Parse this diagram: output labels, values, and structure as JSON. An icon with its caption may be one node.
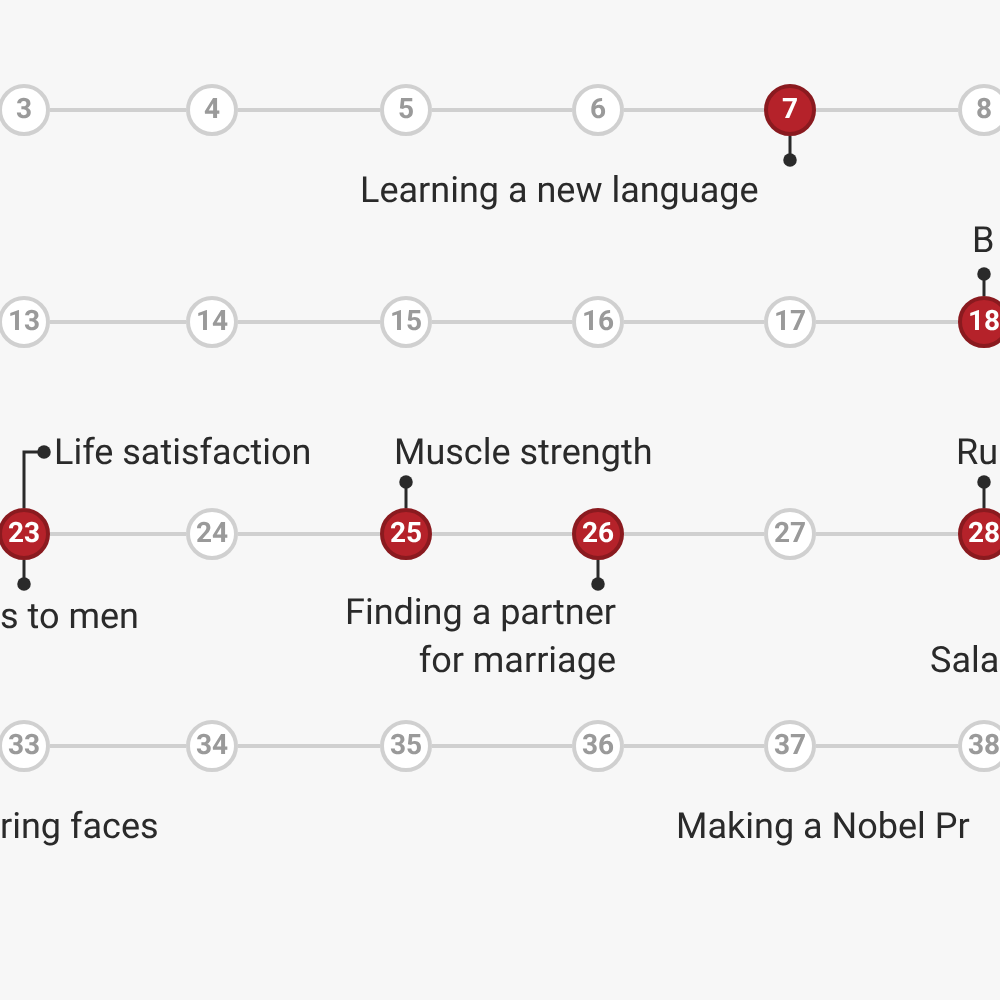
{
  "diagram": {
    "nodes": [
      {
        "text": [
          "3"
        ]
      },
      {
        "text": [
          "4"
        ]
      },
      {
        "text": [
          "5"
        ]
      },
      {
        "text": [
          "6"
        ]
      },
      {
        "text": [
          "7"
        ]
      },
      {
        "text": [
          "8"
        ]
      },
      {
        "text": [
          "Learning a new language"
        ]
      },
      {
        "text": [
          "B"
        ]
      },
      {
        "text": [
          "13"
        ]
      },
      {
        "text": [
          "14"
        ]
      },
      {
        "text": [
          "15"
        ]
      },
      {
        "text": [
          "16"
        ]
      },
      {
        "text": [
          "17"
        ]
      },
      {
        "text": [
          "18"
        ]
      },
      {
        "text": [
          "Life satisfaction"
        ]
      },
      {
        "text": [
          "Muscle strength"
        ]
      },
      {
        "text": [
          "Ru"
        ]
      },
      {
        "text": [
          "23"
        ]
      },
      {
        "text": [
          "24"
        ]
      },
      {
        "text": [
          "25"
        ]
      },
      {
        "text": [
          "26"
        ]
      },
      {
        "text": [
          "27"
        ]
      },
      {
        "text": [
          "28"
        ]
      },
      {
        "text": [
          "s to men"
        ]
      },
      {
        "text": [
          "Finding a partner for marriage"
        ]
      },
      {
        "text": [
          "33"
        ]
      },
      {
        "text": [
          "34"
        ]
      },
      {
        "text": [
          "35"
        ]
      },
      {
        "text": [
          "36"
        ]
      },
      {
        "text": [
          "37"
        ]
      },
      {
        "text": [
          "38"
        ]
      }
    ],
    "edges": [
      {
        "from": 0,
        "to": 1,
        "arrow": "none"
      },
      {
        "from": 1,
        "to": 2,
        "arrow": "none"
      },
      {
        "from": 2,
        "to": 3,
        "arrow": "none"
      },
      {
        "from": 3,
        "to": 4,
        "arrow": "none"
      },
      {
        "from": 4,
        "to": 5,
        "arrow": "none"
      },
      {
        "from": 6,
        "to": 4,
        "arrow": "other",
        "color": "#2a2a2a"
      },
      {
        "from": 7,
        "to": 13,
        "arrow": "other",
        "color": "#2a2a2a"
      },
      {
        "from": 8,
        "to": 9,
        "arrow": "none"
      },
      {
        "from": 9,
        "to": 10,
        "arrow": "none"
      },
      {
        "from": 10,
        "to": 11,
        "arrow": "none"
      },
      {
        "from": 11,
        "to": 12,
        "arrow": "none"
      },
      {
        "from": 12,
        "to": 13,
        "arrow": "none"
      },
      {
        "from": 14,
        "to": 17,
        "arrow": "other",
        "color": "#2a2a2a"
      },
      {
        "from": 15,
        "to": 19,
        "arrow": "other",
        "color": "#2a2a2a"
      },
      {
        "from": 16,
        "to": 22,
        "arrow": "other",
        "color": "#2a2a2a"
      },
      {
        "from": 17,
        "to": 18,
        "arrow": "none"
      },
      {
        "from": 18,
        "to": 19,
        "arrow": "none"
      },
      {
        "from": 19,
        "to": 20,
        "arrow": "none"
      },
      {
        "from": 20,
        "to": 21,
        "arrow": "none"
      },
      {
        "from": 21,
        "to": 22,
        "arrow": "none"
      },
      {
        "from": 23,
        "to": 17,
        "arrow": "other",
        "color": "#2a2a2a"
      },
      {
        "from": 24,
        "to": 20,
        "arrow": "other",
        "color": "#2a2a2a"
      },
      {
        "from": 25,
        "to": 26,
        "arrow": "none"
      },
      {
        "from": 26,
        "to": 27,
        "arrow": "none"
      },
      {
        "from": 27,
        "to": 28,
        "arrow": "none"
      },
      {
        "from": 28,
        "to": 29,
        "arrow": "none"
      },
      {
        "from": 29,
        "to": 30,
        "arrow": "none"
      }
    ],
    "labels": [
      "Sala",
      "ring faces",
      "Making a Nobel Pr"
    ]
  }
}
